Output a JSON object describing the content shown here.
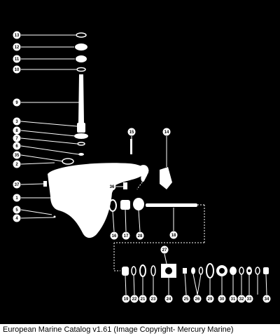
{
  "callouts": [
    "13",
    "12",
    "11",
    "10",
    "9",
    "3",
    "8",
    "7",
    "6",
    "35",
    "2",
    "37",
    "1",
    "5",
    "4",
    "15",
    "14",
    "36",
    "18",
    "16",
    "17",
    "28",
    "27",
    "19",
    "22",
    "21",
    "23",
    "24",
    "25",
    "26",
    "29",
    "30",
    "31",
    "32",
    "33",
    "34"
  ],
  "caption": "European Marine Catalog v1.61 (Image Copyright- Mercury Marine)",
  "colors": {
    "background": "#000000",
    "ink": "#ffffff",
    "caption_bg": "#ffffff",
    "caption_text": "#000000"
  }
}
